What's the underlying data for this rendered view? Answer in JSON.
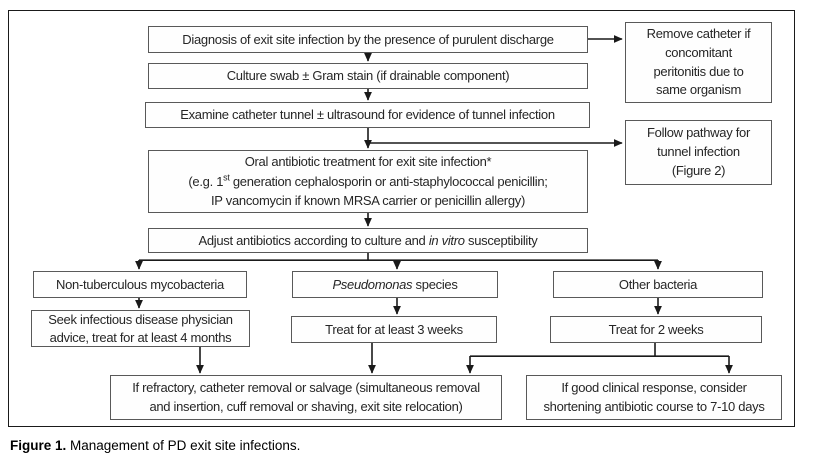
{
  "figure": {
    "caption_label": "Figure 1.",
    "caption_text": " Management of PD exit site infections."
  },
  "boxes": {
    "diagnosis": "Diagnosis of exit site infection by the presence of purulent discharge",
    "culture_swab": "Culture swab ± Gram stain (if drainable component)",
    "examine_tunnel": "Examine catheter tunnel ± ultrasound for evidence of tunnel infection",
    "oral_antibiotic": {
      "line1": "Oral antibiotic treatment for exit site infection*",
      "line2_pre": "(e.g. 1",
      "line2_sup": "st",
      "line2_post": " generation cephalosporin or anti-staphylococcal penicillin;",
      "line3": "IP vancomycin if known MRSA carrier or penicillin allergy)"
    },
    "adjust": {
      "pre": "Adjust antibiotics according to culture and ",
      "italic": "in vitro",
      "post": " susceptibility"
    },
    "remove_catheter": {
      "line1": "Remove catheter if",
      "line2": "concomitant",
      "line3": "peritonitis due to",
      "line4": "same organism"
    },
    "follow_pathway": {
      "line1": "Follow pathway for",
      "line2": "tunnel infection",
      "line3": "(Figure 2)"
    },
    "non_tuberculous": "Non-tuberculous mycobacteria",
    "pseudomonas": {
      "italic": "Pseudomonas",
      "post": " species"
    },
    "other_bacteria": "Other bacteria",
    "seek_advice": {
      "line1": "Seek infectious disease physician",
      "line2": "advice, treat for at least 4 months"
    },
    "treat_3_weeks": "Treat for at least 3 weeks",
    "treat_2_weeks": "Treat for 2 weeks",
    "refractory": {
      "line1": "If refractory, catheter removal or salvage (simultaneous removal",
      "line2": "and insertion, cuff removal or shaving, exit site relocation)"
    },
    "good_response": {
      "line1": "If good clinical response, consider",
      "line2": "shortening antibiotic course to 7-10 days"
    }
  },
  "colors": {
    "box_border": "#595959",
    "frame_border": "#1a1a1a",
    "arrow": "#1a1a1a",
    "text": "#262626",
    "background": "#ffffff"
  }
}
